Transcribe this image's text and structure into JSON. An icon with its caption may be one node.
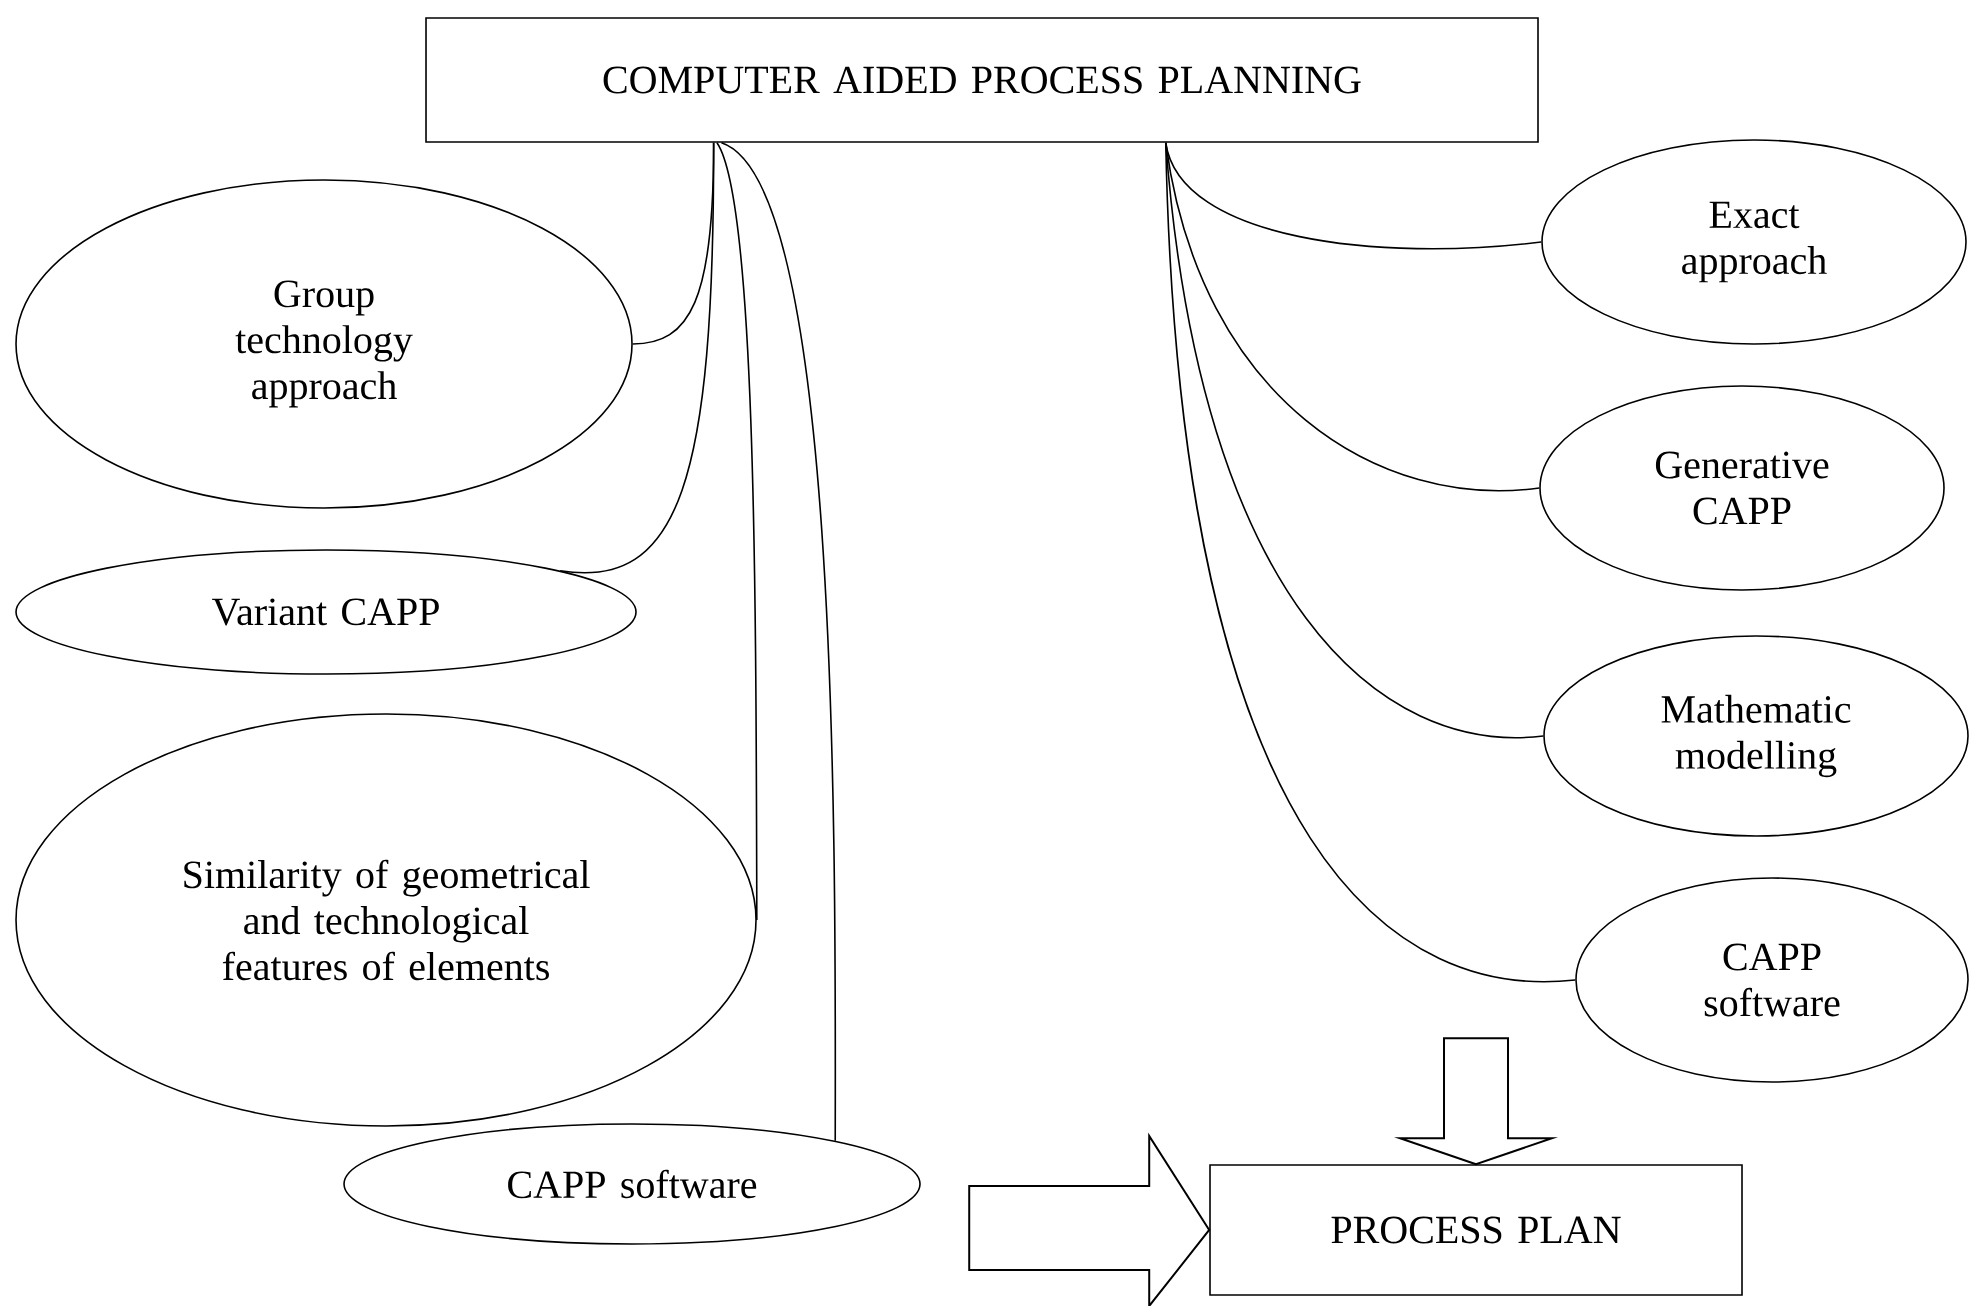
{
  "diagram": {
    "nodes": [
      {
        "text": [
          "COMPUTER AIDED PROCESS PLANNING"
        ]
      },
      {
        "text": [
          "Group technology approach"
        ]
      },
      {
        "text": [
          "Variant CAPP"
        ]
      },
      {
        "text": [
          "Similarity of geometrical and technological features of elements"
        ]
      },
      {
        "text": [
          "CAPP software"
        ]
      },
      {
        "text": [
          "Exact approach"
        ]
      },
      {
        "text": [
          "Generative CAPP"
        ]
      },
      {
        "text": [
          "Mathematic modelling"
        ]
      },
      {
        "text": [
          "CAPP software"
        ]
      },
      {
        "text": [
          "PROCESS PLAN"
        ]
      }
    ],
    "edges": [
      {
        "from": 0,
        "to": 1,
        "arrow": "none"
      },
      {
        "from": 0,
        "to": 2,
        "arrow": "none"
      },
      {
        "from": 0,
        "to": 3,
        "arrow": "none"
      },
      {
        "from": 0,
        "to": 4,
        "arrow": "none"
      },
      {
        "from": 0,
        "to": 5,
        "arrow": "none"
      },
      {
        "from": 0,
        "to": 6,
        "arrow": "none"
      },
      {
        "from": 0,
        "to": 7,
        "arrow": "none"
      },
      {
        "from": 0,
        "to": 8,
        "arrow": "none"
      },
      {
        "from": null,
        "to": 9,
        "arrow": "to",
        "style": "thick"
      },
      {
        "from": null,
        "to": 9,
        "arrow": "to",
        "style": "thick"
      }
    ]
  }
}
